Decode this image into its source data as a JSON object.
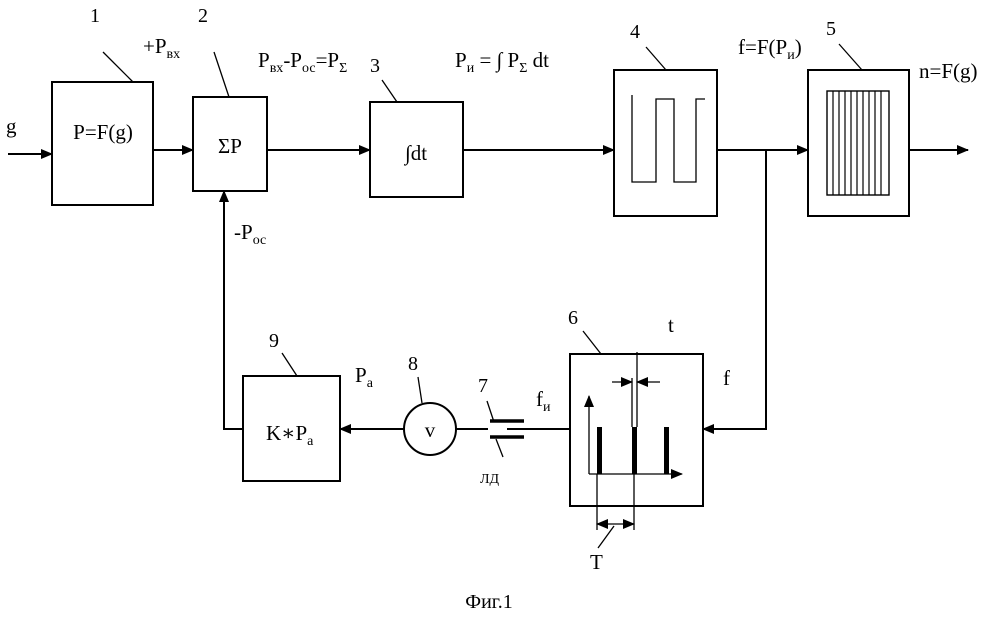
{
  "caption": "Фиг.1",
  "numbers": {
    "b1": "1",
    "b2": "2",
    "b3": "3",
    "b4": "4",
    "b5": "5",
    "b6": "6",
    "b7": "7",
    "b8": "8",
    "b9": "9"
  },
  "boxes": {
    "b1_label": "P=F(g)",
    "b2_label": "ΣP",
    "b3_label": "∫dt",
    "b8_label": "v",
    "b9_main": "K∗P",
    "b9_sub": "a"
  },
  "signals": {
    "input_g": "g",
    "pvx_main": "+P",
    "pvx_sub": "вх",
    "sum_eq_a": "P",
    "sum_eq_a_sub": "вх",
    "sum_eq_b": "-P",
    "sum_eq_b_sub": "ос",
    "sum_eq_c": "=P",
    "sum_eq_c_sub": "Σ",
    "integral_eq_main": "P",
    "integral_eq_sub": "и",
    "integral_eq_rest": " = ∫ P",
    "integral_eq_sigma": "Σ",
    "integral_eq_end": " dt",
    "freq_main": "f=F(P",
    "freq_sub": "и",
    "freq_end": ")",
    "output": "n=F(g)",
    "feedback_main": "-P",
    "feedback_sub": "ос",
    "pa_main": "P",
    "pa_sub": "a",
    "fi_main": "f",
    "fi_sub": "и",
    "f_right": "f",
    "t_small": "t",
    "T_big": "T",
    "ld": "ЛД"
  }
}
